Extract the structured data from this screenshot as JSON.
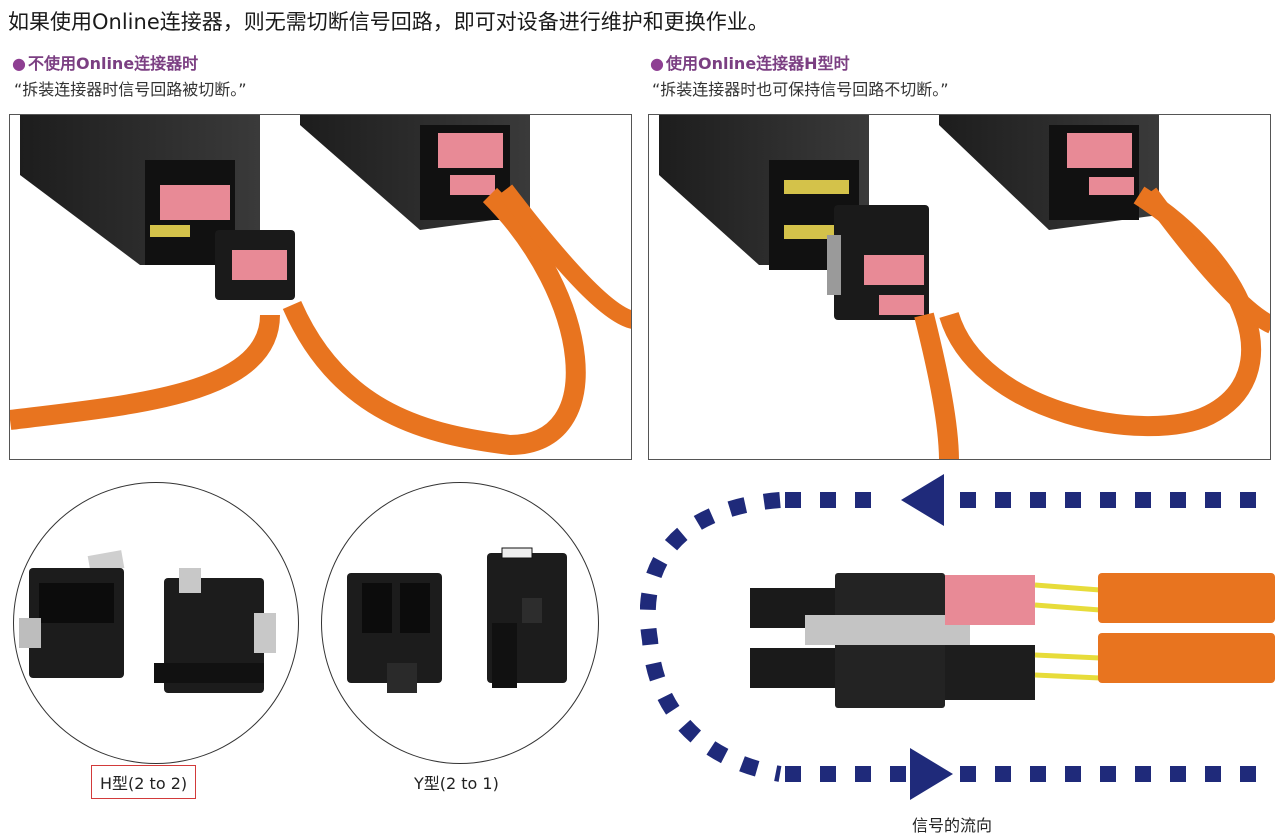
{
  "headline": "如果使用Online连接器，则无需切断信号回路，即可对设备进行维护和更换作业。",
  "left_section": {
    "bullet": "●",
    "title": "不使用Online连接器时",
    "quote": "“拆装连接器时信号回路被切断。”"
  },
  "right_section": {
    "bullet": "●",
    "title": "使用Online连接器H型时",
    "quote": "“拆装连接器时也可保持信号回路不切断。”"
  },
  "products": [
    {
      "caption": "H型(2 to 2)"
    },
    {
      "caption": "Y型(2 to 1)"
    }
  ],
  "signal_flow": {
    "label": "信号的流向"
  },
  "colors": {
    "title_purple": "#7b3f82",
    "cable_orange": "#e8741f",
    "connector_pink": "#e88a96",
    "flow_navy": "#1f2a7a",
    "highlight_red": "#d23a3a"
  }
}
